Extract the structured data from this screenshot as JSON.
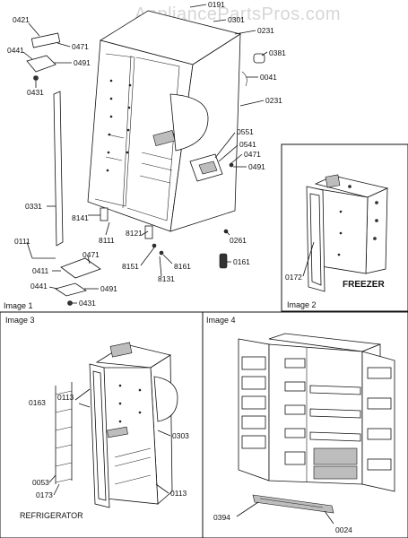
{
  "watermark": "AppliancePartsPros.com",
  "images": [
    {
      "caption": "Image 1"
    },
    {
      "caption": "Image 2",
      "note": "FREEZER"
    },
    {
      "caption": "Image 3",
      "note": "REFRIGERATOR"
    },
    {
      "caption": "Image 4"
    }
  ],
  "callouts": {
    "p0191": "0191",
    "p0301": "0301",
    "p0421": "0421",
    "p0231": "0231",
    "p0471a": "0471",
    "p0441a": "0441",
    "p0491a": "0491",
    "p0431a": "0431",
    "p0381": "0381",
    "p0041": "0041",
    "p0231b": "0231",
    "p0551": "0551",
    "p0541": "0541",
    "p0471b": "0471",
    "p0491b": "0491",
    "p0331": "0331",
    "p8141": "8141",
    "p8111": "8111",
    "p8121": "8121",
    "p0111": "0111",
    "p0261": "0261",
    "p0471c": "0471",
    "p8151": "8151",
    "p8161": "8161",
    "p0161": "0161",
    "p0411": "0411",
    "p8131": "8131",
    "p0441b": "0441",
    "p0491c": "0491",
    "p0431b": "0431",
    "p0172": "0172",
    "p0113a": "0113",
    "p0163": "0163",
    "p0303": "0303",
    "p0053": "0053",
    "p0173": "0173",
    "p0113b": "0113",
    "p0394": "0394",
    "p0024": "0024"
  }
}
